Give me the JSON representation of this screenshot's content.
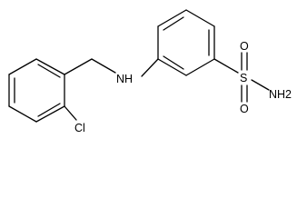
{
  "molecule": {
    "atoms": {
      "amine": "NH",
      "chlorine": "Cl",
      "sulfonyl_sulfur": "S",
      "oxygen_top": "O",
      "oxygen_bottom": "O",
      "sulfonamide_nitrogen": "NH2"
    },
    "line_color": "#000000",
    "background": "#ffffff"
  }
}
